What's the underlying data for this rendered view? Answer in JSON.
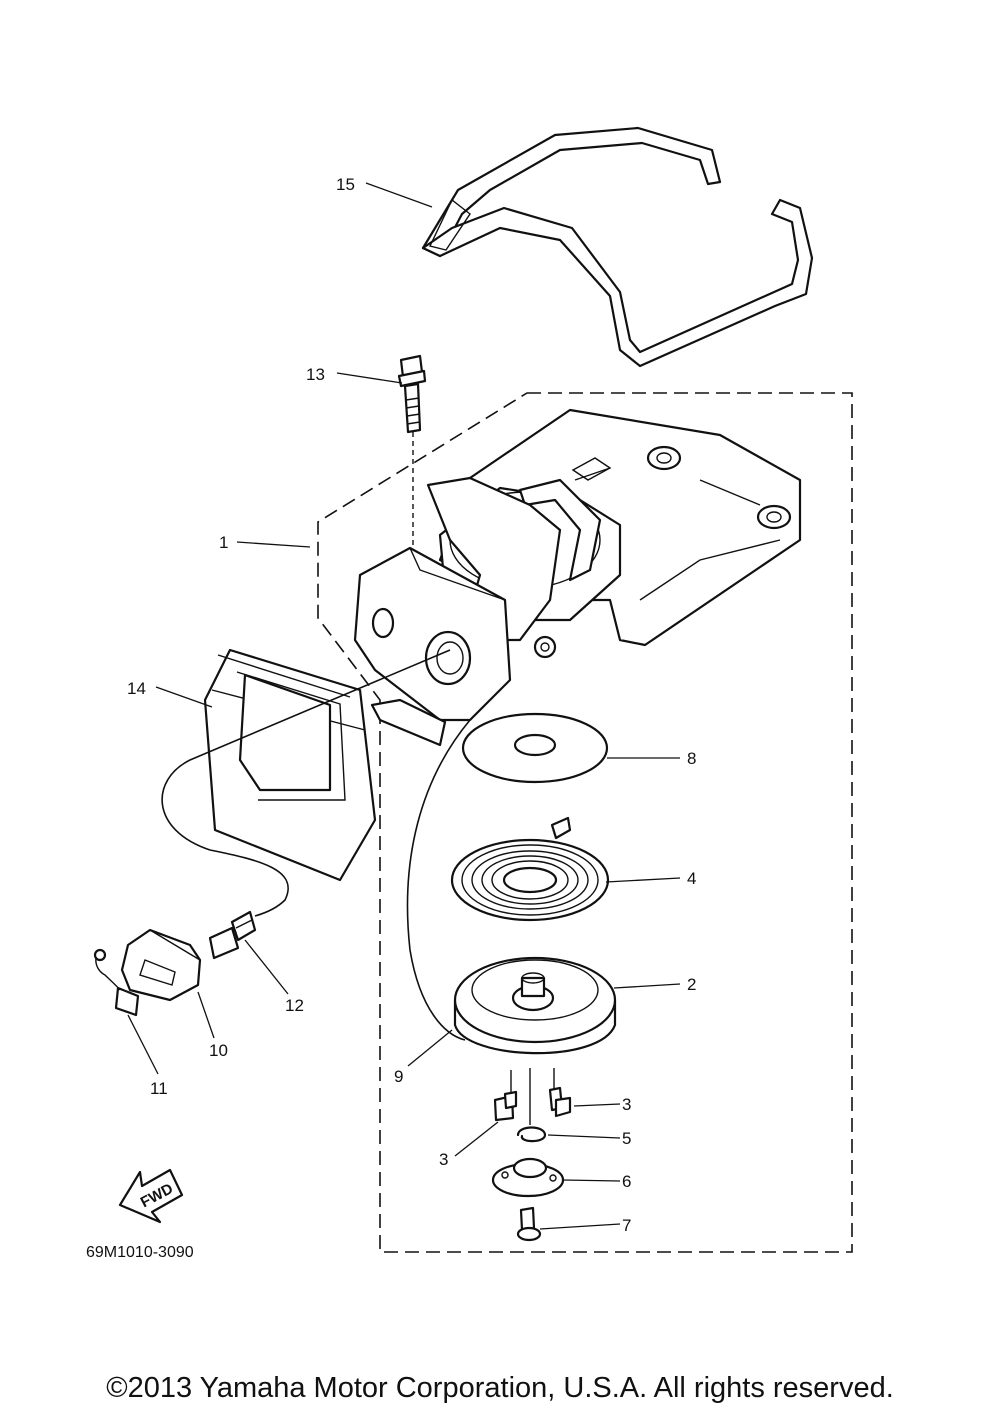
{
  "diagram": {
    "part_number": "69M1010-3090",
    "fwd_label": "FWD",
    "callouts": [
      "1",
      "2",
      "3",
      "3",
      "4",
      "5",
      "6",
      "7",
      "8",
      "9",
      "10",
      "11",
      "12",
      "13",
      "14",
      "15"
    ]
  },
  "copyright": "©2013 Yamaha Motor Corporation, U.S.A. All rights reserved."
}
